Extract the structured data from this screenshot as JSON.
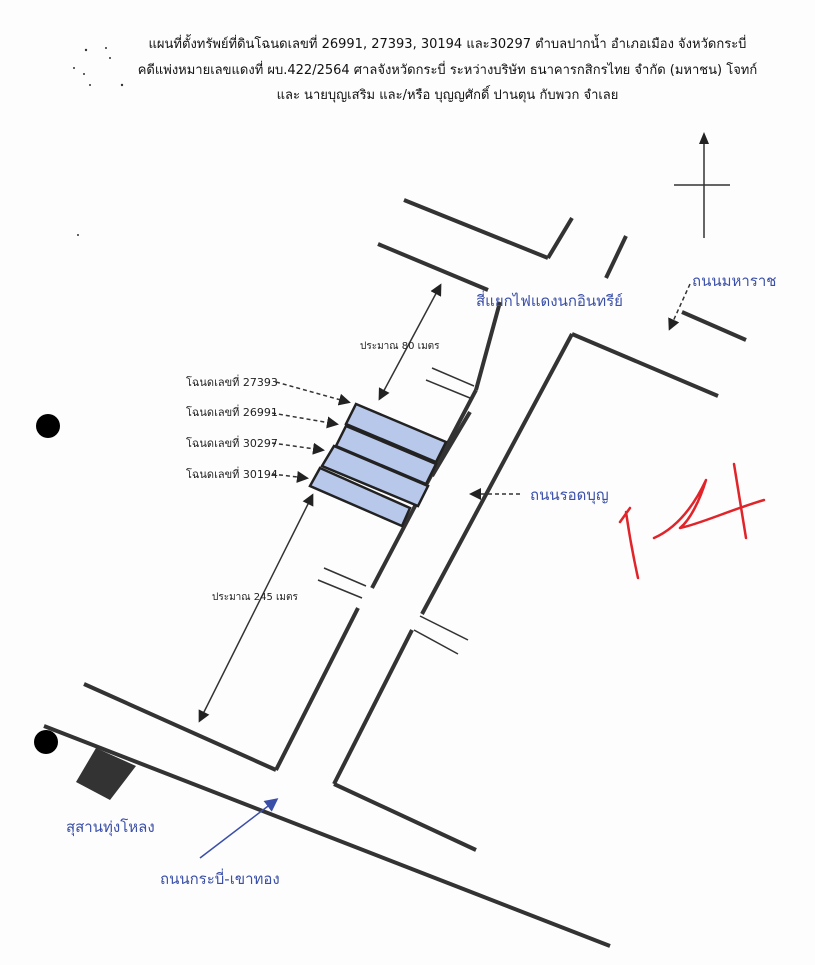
{
  "header": {
    "line1": "แผนที่ตั้งทรัพย์ที่ดินโฉนดเลขที่ 26991, 27393, 30194 และ30297 ตำบลปากน้ำ อำเภอเมือง จังหวัดกระบี่",
    "line2": "คดีแพ่งหมายเลขแดงที่ ผบ.422/2564  ศาลจังหวัดกระบี่  ระหว่างบริษัท ธนาคารกสิกรไทย จำกัด (มหาชน) โจทก์",
    "line3": "และ นายบุญเสริม และ/หรือ บุญญศักดิ์ ปานตุน กับพวก จำเลย"
  },
  "map": {
    "intersection_label": "สี่แยกไฟแดงนกอินทรีย์",
    "road_maharat": "ถนนมหาราช",
    "road_rodboon": "ถนนรอดบุญ",
    "road_krabi_khaothong": "ถนนกระบี่-เขาทอง",
    "cemetery": "สุสานทุ่งโหลง",
    "dist_top": "ประมาณ 80 เมตร",
    "dist_bottom": "ประมาณ 245 เมตร",
    "deeds": [
      "โฉนดเลขที่ 27393",
      "โฉนดเลขที่ 26991",
      "โฉนดเลขที่ 30297",
      "โฉนดเลขที่ 30194"
    ],
    "page_number_handwritten": "14"
  },
  "colors": {
    "plot_fill": "#b8c8ea",
    "label_blue": "#3a4fa8",
    "handwriting_red": "#e0242a"
  }
}
